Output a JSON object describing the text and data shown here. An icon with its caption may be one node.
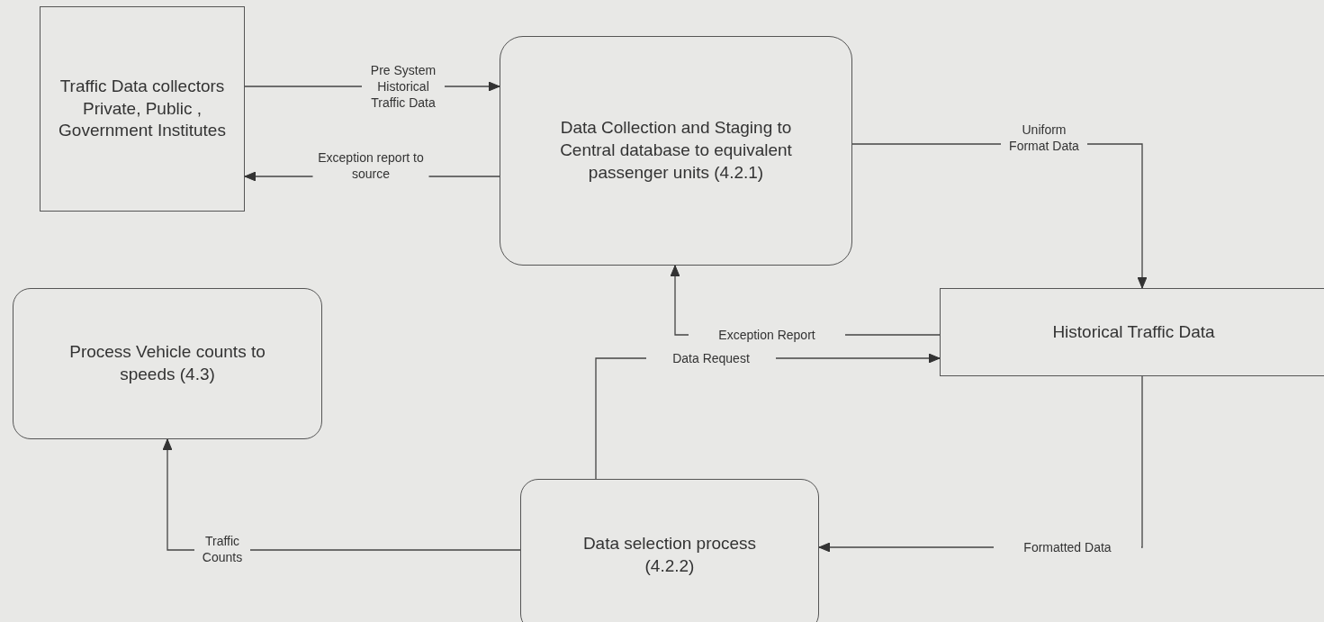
{
  "diagram": {
    "nodes": [
      {
        "text": [
          "Traffic Data collectors Private, Public , Government Institutes"
        ]
      },
      {
        "text": [
          "Data Collection and Staging to Central database to equivalent passenger units (4.2.1)"
        ]
      },
      {
        "text": [
          "Process Vehicle counts to speeds (4.3)"
        ]
      },
      {
        "text": [
          "Historical Traffic Data"
        ]
      },
      {
        "text": [
          "Data selection process (4.2.2)"
        ]
      }
    ],
    "edges": [
      {
        "from": 0,
        "to": 1,
        "arrow": "to",
        "label": "Pre System Historical Traffic Data"
      },
      {
        "from": 1,
        "to": 0,
        "arrow": "to",
        "label": "Exception report to source"
      },
      {
        "from": 1,
        "to": 3,
        "arrow": "to",
        "label": "Uniform Format Data"
      },
      {
        "from": 3,
        "to": 1,
        "arrow": "to",
        "label": "Exception Report"
      },
      {
        "from": 4,
        "to": 3,
        "arrow": "to",
        "label": "Data Request"
      },
      {
        "from": 3,
        "to": 4,
        "arrow": "to",
        "label": "Formatted Data"
      },
      {
        "from": 4,
        "to": 2,
        "arrow": "to",
        "label": "Traffic Counts"
      }
    ]
  }
}
